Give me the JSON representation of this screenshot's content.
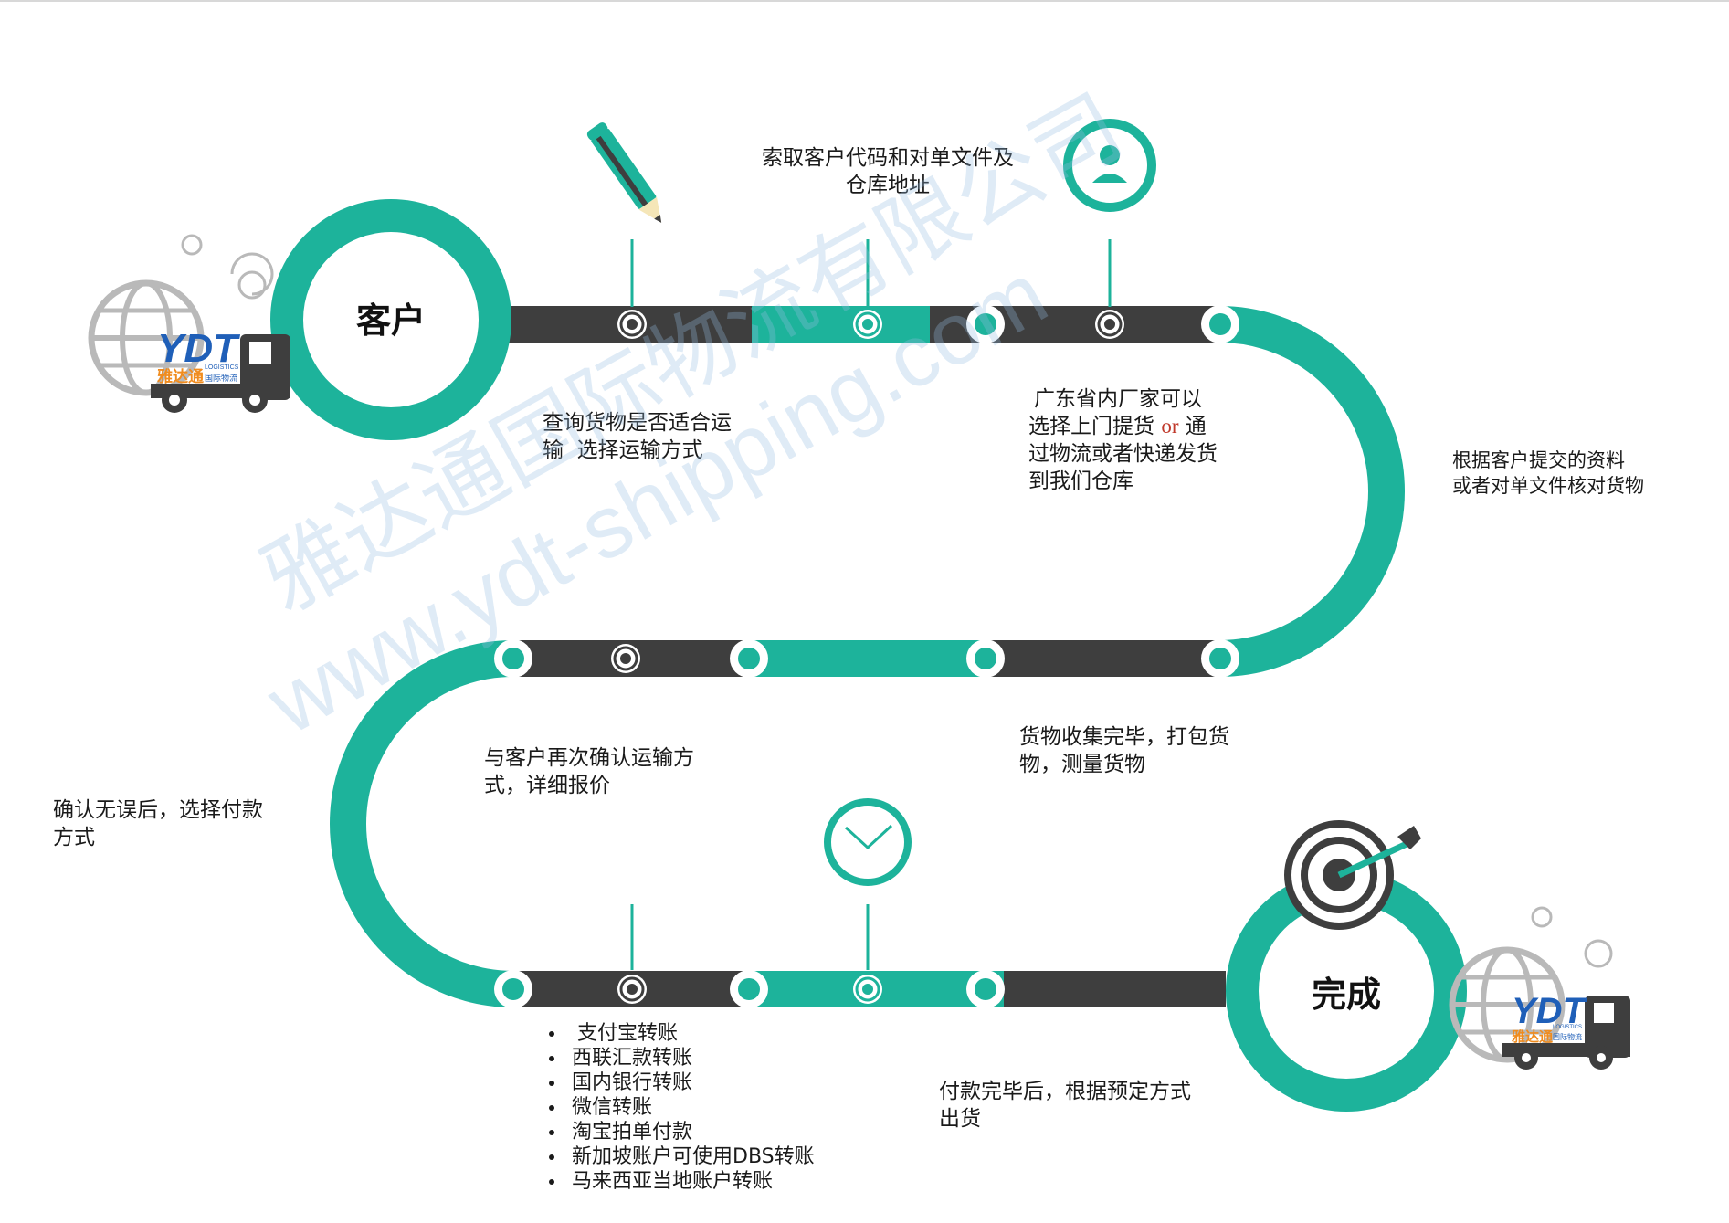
{
  "colors": {
    "teal": "#1db39b",
    "dark": "#3e3e3e",
    "gray": "#b9b9b9",
    "orange": "#f08c1e",
    "blue": "#1f5fb8"
  },
  "start": {
    "label": "客户"
  },
  "finish": {
    "label": "完成"
  },
  "logo": {
    "brand": "YDT",
    "name_cn": "雅达通",
    "name_en": "LOGISTICS",
    "sub_cn": "国际物流"
  },
  "steps": {
    "code": {
      "lines": [
        "索取客户代码和对单文件及",
        "仓库地址"
      ]
    },
    "query": {
      "lines": [
        "查询货物是否适合运",
        "输  选择运输方式"
      ]
    },
    "guangdong": {
      "line1": "广东省内厂家可以",
      "line2_a": "选择上门提货 ",
      "line2_or": "or",
      "line2_b": " 通",
      "line3": "过物流或者快递发货",
      "line4": "到我们仓库"
    },
    "verify": {
      "lines": [
        "根据客户提交的资料",
        "或者对单文件核对货物"
      ]
    },
    "pack": {
      "lines": [
        "货物收集完毕，打包货",
        "物，测量货物"
      ]
    },
    "reconfirm": {
      "lines": [
        "与客户再次确认运输方",
        "式，详细报价"
      ]
    },
    "payment_choose": {
      "lines": [
        "确认无误后，选择付款",
        "方式"
      ]
    },
    "ship": {
      "lines": [
        "付款完毕后，根据预定方式",
        "出货"
      ]
    }
  },
  "payment_methods": [
    "支付宝转账",
    "西联汇款转账",
    "国内银行转账",
    "微信转账",
    "淘宝拍单付款",
    "新加坡账户可使用DBS转账",
    "马来西亚当地账户转账"
  ],
  "watermark": {
    "cn": "雅达通国际物流有限公司",
    "url": "www.ydt-shipping.com"
  }
}
